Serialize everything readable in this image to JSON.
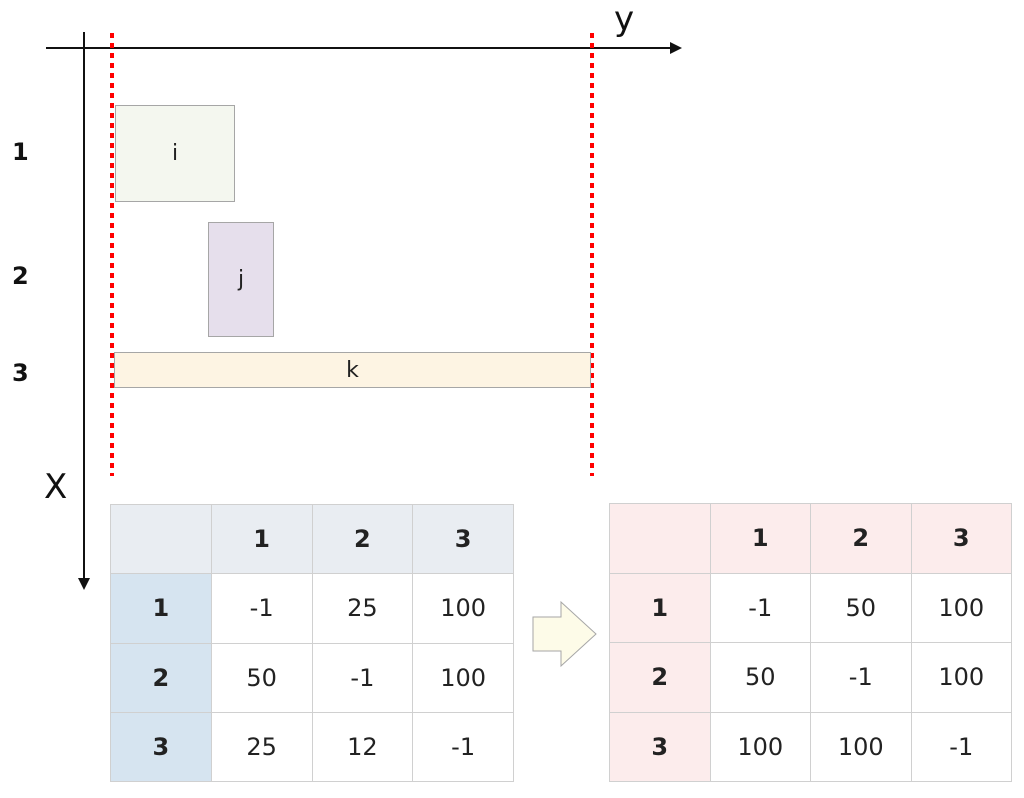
{
  "axes": {
    "x_label": "X",
    "y_label": "y"
  },
  "rows": [
    "1",
    "2",
    "3"
  ],
  "boxes": [
    {
      "label": "i",
      "color": "#f4f7ef"
    },
    {
      "label": "j",
      "color": "#e6dfec"
    },
    {
      "label": "k",
      "color": "#fdf4e3"
    }
  ],
  "guide_color": "#ff0000",
  "matrix_before": {
    "columns": [
      "1",
      "2",
      "3"
    ],
    "rows": [
      {
        "label": "1",
        "cells": [
          "-1",
          "25",
          "100"
        ]
      },
      {
        "label": "2",
        "cells": [
          "50",
          "-1",
          "100"
        ]
      },
      {
        "label": "3",
        "cells": [
          "25",
          "12",
          "-1"
        ]
      }
    ]
  },
  "arrow_color": "#fdfbe8",
  "matrix_after": {
    "columns": [
      "1",
      "2",
      "3"
    ],
    "rows": [
      {
        "label": "1",
        "cells": [
          "-1",
          "50",
          "100"
        ]
      },
      {
        "label": "2",
        "cells": [
          "50",
          "-1",
          "100"
        ]
      },
      {
        "label": "3",
        "cells": [
          "100",
          "100",
          "-1"
        ]
      }
    ]
  }
}
